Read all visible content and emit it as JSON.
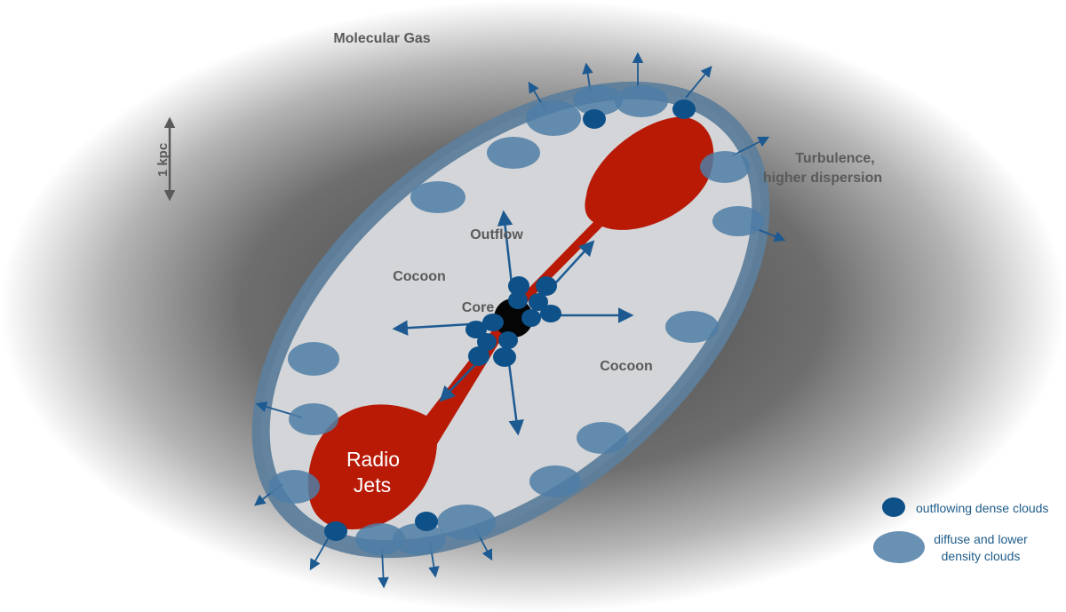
{
  "labels": {
    "molecular_gas": "Molecular Gas",
    "scale_bar": "1 kpc",
    "turbulence_line1": "Turbulence,",
    "turbulence_line2": "higher dispersion",
    "outflow": "Outflow",
    "cocoon": "Cocoon",
    "core": "Core",
    "jets_line1": "Radio",
    "jets_line2": "Jets"
  },
  "legend": {
    "dense_label": "outflowing dense clouds",
    "diffuse_line1": "diffuse and lower",
    "diffuse_line2": "density clouds"
  },
  "colors": {
    "jet": "#b81a06",
    "dense_cloud": "#0e5088",
    "diffuse_cloud": "#4f7ea6",
    "cocoon": "#d3d5d8",
    "ring": "#5d7e9b",
    "arrow": "#1d5a92",
    "gas_core": "#4a4a4a"
  }
}
